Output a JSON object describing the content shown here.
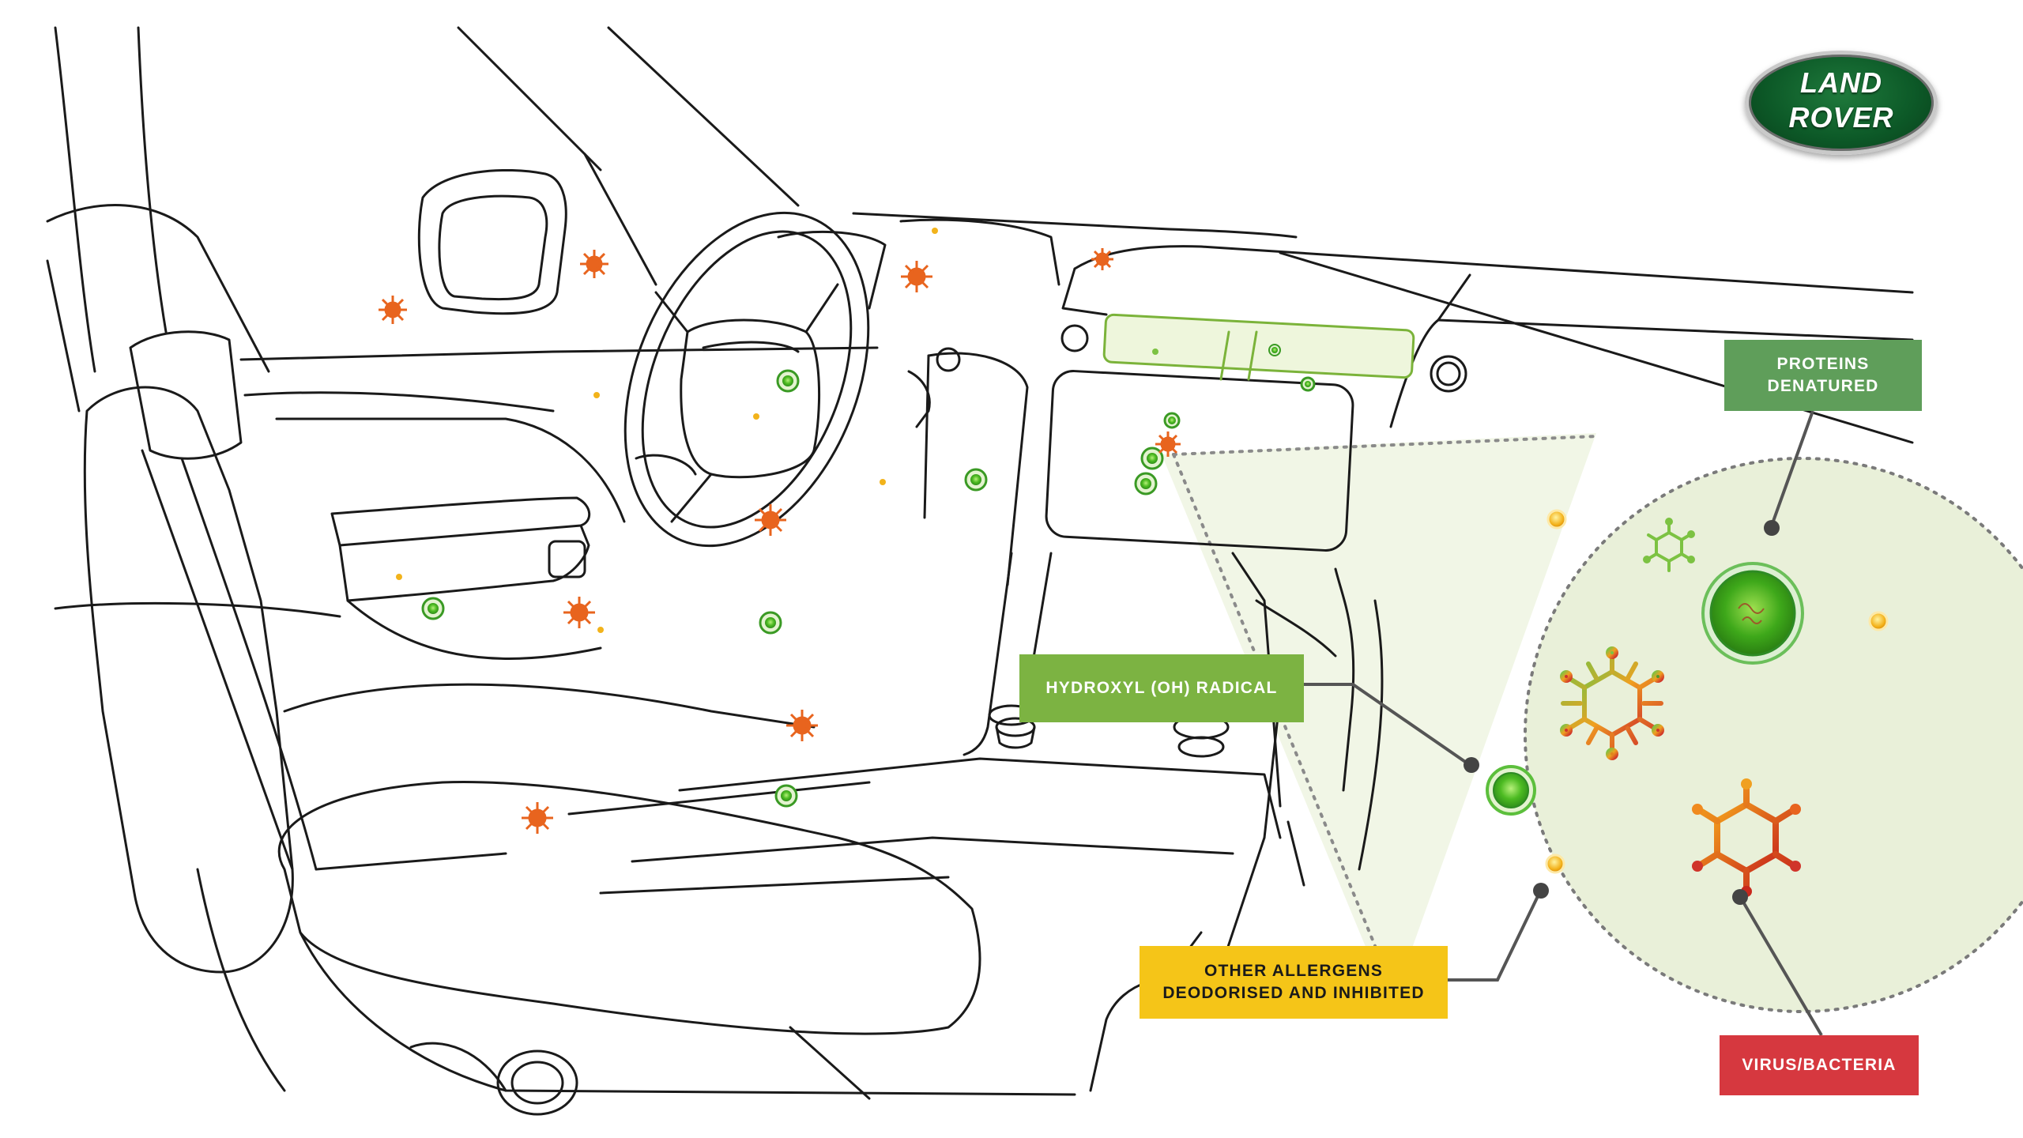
{
  "brand": {
    "logo_line1": "LAND",
    "logo_line2": "ROVER"
  },
  "labels": {
    "proteins": {
      "line1": "PROTEINS",
      "line2": "DENATURED"
    },
    "hydroxyl": "HYDROXYL (OH) RADICAL",
    "allergens": {
      "line1": "OTHER ALLERGENS",
      "line2": "DEODORISED AND INHIBITED"
    },
    "virus": "VIRUS/BACTERIA"
  },
  "colors": {
    "proteins_box": "#5f9e5a",
    "hydroxyl_box": "#7cb342",
    "allergens_box": "#f5c518",
    "virus_box": "#d6383f",
    "zoom_circle_fill": "#e7efd6",
    "pathogen_orange": "#e8641e",
    "radical_green": "#5cc02e"
  },
  "icons": [
    "virus-icon",
    "hydroxyl-radical-icon",
    "allergen-dot-icon"
  ]
}
